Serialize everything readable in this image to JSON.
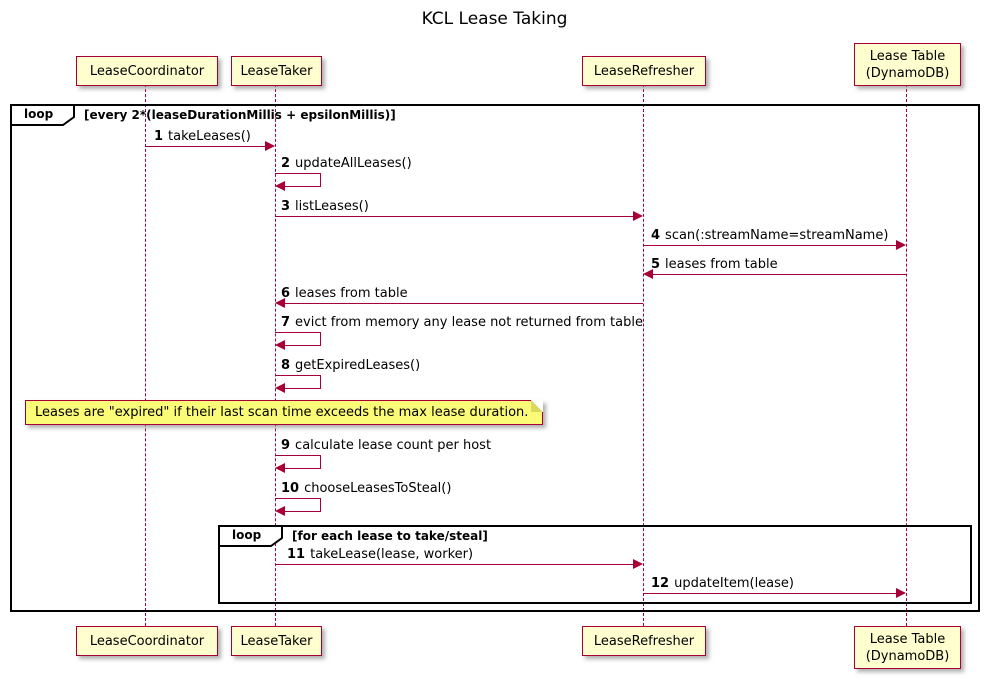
{
  "title": "KCL Lease Taking",
  "participants": [
    {
      "name": "LeaseCoordinator"
    },
    {
      "name": "LeaseTaker"
    },
    {
      "name": "LeaseRefresher"
    },
    {
      "line1": "Lease Table",
      "line2": "(DynamoDB)"
    }
  ],
  "outer_loop": {
    "label": "loop",
    "condition": "[every 2*(leaseDurationMillis + epsilonMillis)]"
  },
  "inner_loop": {
    "label": "loop",
    "condition": "[for each lease to take/steal]"
  },
  "messages": [
    {
      "num": "1",
      "text": "takeLeases()"
    },
    {
      "num": "2",
      "text": "updateAllLeases()"
    },
    {
      "num": "3",
      "text": "listLeases()"
    },
    {
      "num": "4",
      "text": "scan(:streamName=streamName)"
    },
    {
      "num": "5",
      "text": "leases from table"
    },
    {
      "num": "6",
      "text": "leases from table"
    },
    {
      "num": "7",
      "text": "evict from memory any lease not returned from table"
    },
    {
      "num": "8",
      "text": "getExpiredLeases()"
    },
    {
      "num": "9",
      "text": "calculate lease count per host"
    },
    {
      "num": "10",
      "text": "chooseLeasesToSteal()"
    },
    {
      "num": "11",
      "text": "takeLease(lease, worker)"
    },
    {
      "num": "12",
      "text": "updateItem(lease)"
    }
  ],
  "note": "Leases are \"expired\" if their last scan time exceeds the max lease duration.",
  "colors": {
    "participant_fill": "#FEFECE",
    "participant_border": "#A80036",
    "lifeline": "#A80036",
    "arrow": "#A80036",
    "note_fill": "#FBFB77",
    "note_border": "#A80036",
    "frame_border": "#000000"
  }
}
